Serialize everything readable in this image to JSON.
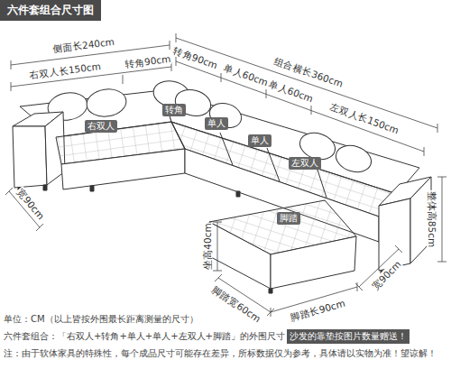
{
  "diagram": {
    "title": "六件套组合尺寸图",
    "nodes": [
      {
        "text": [
          "右双人"
        ]
      },
      {
        "text": [
          "转角"
        ]
      },
      {
        "text": [
          "单人"
        ]
      },
      {
        "text": [
          "单人"
        ]
      },
      {
        "text": [
          "左双人"
        ]
      },
      {
        "text": [
          "脚踏"
        ]
      }
    ],
    "labels": [
      "侧面长240cm",
      "转角90cm",
      "右双人长150cm",
      "转角90cm",
      "组合横长360cm",
      "单人60cm",
      "单人60cm",
      "左双人长150cm",
      "宽90cm",
      "整体高85cm",
      "坐高40cm",
      "宽90cm",
      "脚踏宽60cm",
      "脚踏长90cm",
      "单位：CM（以上皆按外围最长距离测量的尺寸）",
      "六件套组合：「右双人+转角+单人+单人+左双人+脚踏」的外围尺寸",
      "沙发的靠垫按图片数量赠送！",
      "注：由于软体家具的特殊性，每个成品尺寸可能存在差异，所标数据仅为参考，具体请以实物为准！望谅解！"
    ]
  }
}
